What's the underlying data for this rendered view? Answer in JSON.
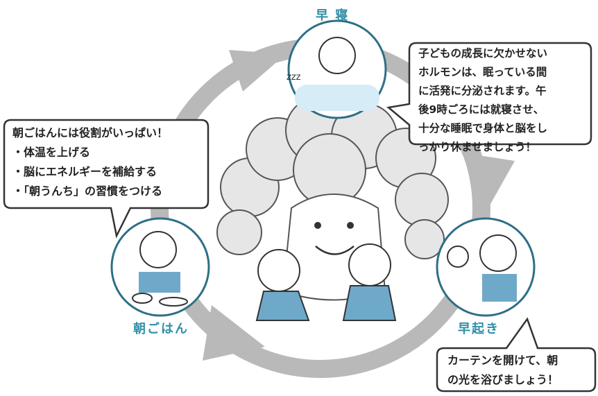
{
  "labels": {
    "early_sleep": "早 寝",
    "early_rise": "早起き",
    "breakfast": "朝ごはん"
  },
  "bubbles": {
    "sleep": {
      "lines": [
        "子どもの成長に欠かせない",
        "ホルモンは、眠っている間",
        "に活発に分泌されます。午",
        "後9時ごろには就寝させ、",
        "十分な睡眠で身体と脳をし",
        "っかり休ませましょう！"
      ]
    },
    "breakfast": {
      "lines": [
        "朝ごはんには役割がいっぱい！",
        "・体温を上げる",
        "・脳にエネルギーを補給する",
        "・「朝うんち」の習慣をつける"
      ]
    },
    "rise": {
      "lines": [
        "カーテンを開けて、朝",
        "の光を浴びましょう！"
      ]
    }
  },
  "colors": {
    "cycle_arrow": "#b9b9b9",
    "circle_border": "#2d6f86",
    "label_text": "#2f8fa8"
  },
  "icons": [
    "sleeping-child-illustration",
    "waking-child-illustration",
    "eating-child-illustration",
    "broccoli-character-illustration",
    "children-illustration",
    "zzz-icon"
  ]
}
